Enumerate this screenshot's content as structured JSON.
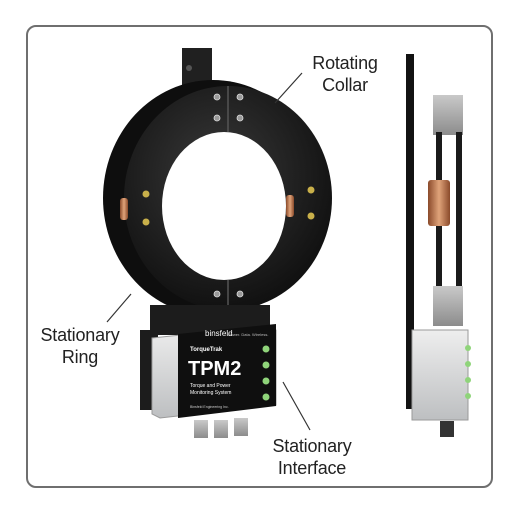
{
  "labels": {
    "rotating_collar": [
      "Rotating",
      "Collar"
    ],
    "stationary_ring": [
      "Stationary",
      "Ring"
    ],
    "stationary_interface": [
      "Stationary",
      "Interface"
    ]
  },
  "device": {
    "brand": "binsfeld",
    "tagline": "Power. Data. Wireless.",
    "product_line": "TorqueTrak",
    "model": "TPM2",
    "description": [
      "Torque and Power",
      "Monitoring System"
    ],
    "maker": "Binsfeld Engineering Inc."
  },
  "colors": {
    "frame": "#6f6f6f",
    "ring": "#1a1a1a",
    "housing": "#d9dadb",
    "led": "#8fd47a",
    "copper": "#c98a5a"
  }
}
